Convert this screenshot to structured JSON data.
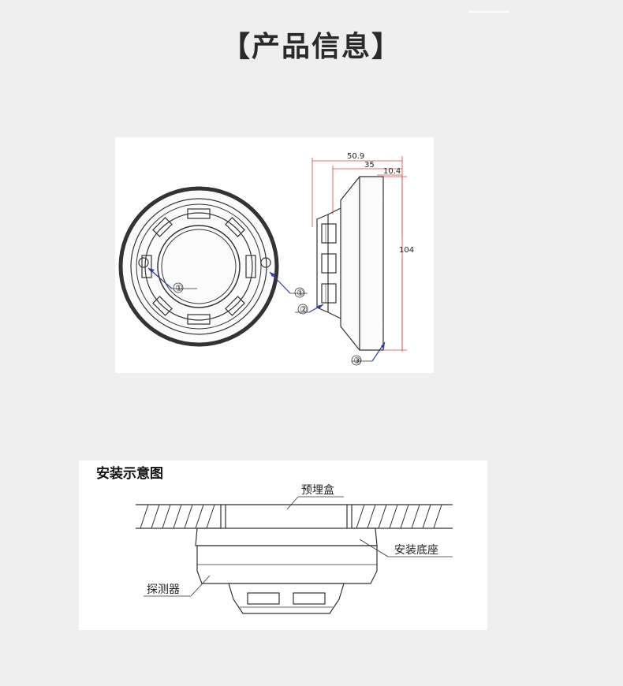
{
  "page": {
    "title": "【产品信息】"
  },
  "dimension_drawing": {
    "dimensions": {
      "overall_height": "50.9",
      "body_height": "35",
      "base_height": "10.4",
      "diameter": "104"
    },
    "callouts": {
      "c1": "①",
      "c2": "②",
      "c3": "③"
    },
    "colors": {
      "dimension_line": "#d44444",
      "leader": "#2a3fa0",
      "outline": "#333333"
    }
  },
  "install_drawing": {
    "title": "安装示意图",
    "labels": {
      "embedded_box": "预埋盒",
      "mounting_base": "安装底座",
      "detector": "探测器"
    }
  }
}
